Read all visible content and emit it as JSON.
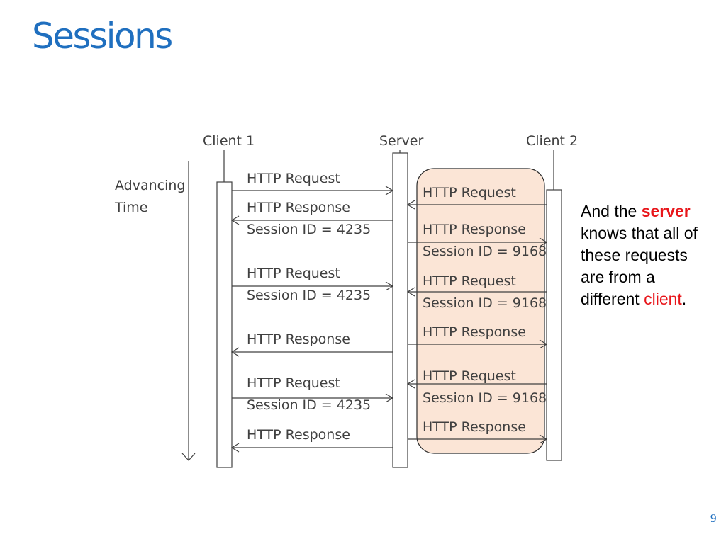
{
  "slide": {
    "title": "Sessions",
    "page_number": "9"
  },
  "diagram": {
    "actors": {
      "client1": "Client 1",
      "server": "Server",
      "client2": "Client 2"
    },
    "time_axis_label": [
      "Advancing",
      "Time"
    ],
    "client1_messages": [
      {
        "lines": [
          "HTTP Request"
        ],
        "direction": "to-server"
      },
      {
        "lines": [
          "HTTP Response",
          "Session ID = 4235"
        ],
        "direction": "to-client"
      },
      {
        "lines": [
          "HTTP Request",
          "Session ID = 4235"
        ],
        "direction": "to-server"
      },
      {
        "lines": [
          "HTTP Response"
        ],
        "direction": "to-client"
      },
      {
        "lines": [
          "HTTP Request",
          "Session ID = 4235"
        ],
        "direction": "to-server"
      },
      {
        "lines": [
          "HTTP Response"
        ],
        "direction": "to-client"
      }
    ],
    "client2_messages": [
      {
        "lines": [
          "HTTP Request"
        ],
        "direction": "to-server"
      },
      {
        "lines": [
          "HTTP Response",
          "Session ID = 9168"
        ],
        "direction": "to-client"
      },
      {
        "lines": [
          "HTTP Request",
          "Session ID = 9168"
        ],
        "direction": "to-server"
      },
      {
        "lines": [
          "HTTP Response"
        ],
        "direction": "to-client"
      },
      {
        "lines": [
          "HTTP Request",
          "Session ID = 9168"
        ],
        "direction": "to-server"
      },
      {
        "lines": [
          "HTTP Response"
        ],
        "direction": "to-client"
      }
    ],
    "colors": {
      "highlight_fill": "#fbe5d6",
      "highlight_stroke": "#2b2b2b",
      "line": "#404040"
    }
  },
  "note": {
    "part1": "And the ",
    "server_word": "server",
    "part2": " knows that all of these requests are from a different ",
    "client_word": "client",
    "part3": "."
  }
}
